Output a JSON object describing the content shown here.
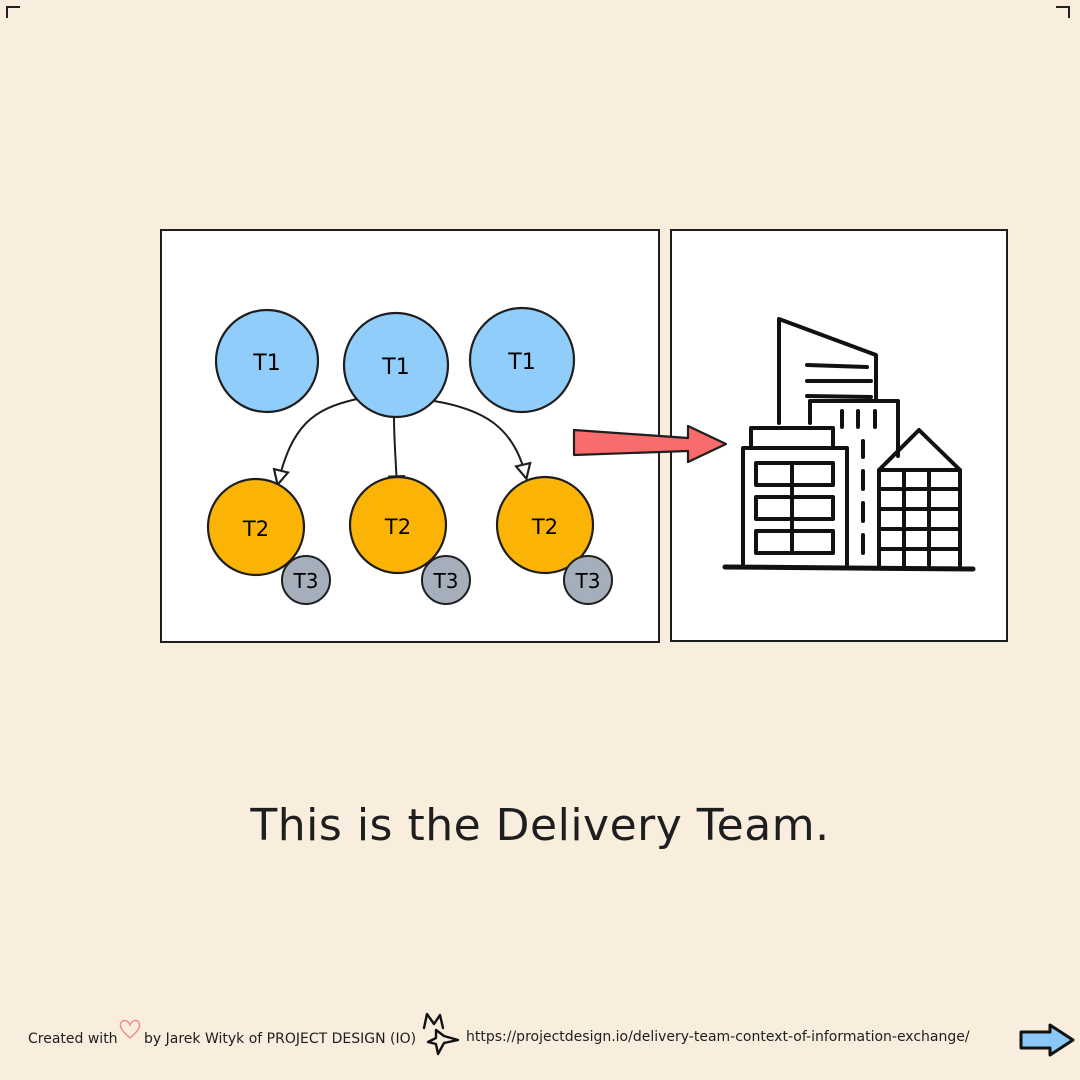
{
  "diagram": {
    "tier1_label": "T1",
    "tier2_label": "T2",
    "tier3_label": "T3"
  },
  "caption": "This is the Delivery Team.",
  "footer": {
    "created_with": "Created with",
    "byline": "by Jarek Wityk of PROJECT DESIGN (IO)",
    "url": "https://projectdesign.io/delivery-team-context-of-information-exchange/"
  },
  "colors": {
    "background": "#f9eddd",
    "tier1": "#90cdfb",
    "tier2": "#fbb406",
    "tier3": "#a5afbc",
    "arrow": "#fa6b6b",
    "next_arrow": "#8ac8f5"
  },
  "icons": [
    "heart-icon",
    "building-icon",
    "project-design-logo",
    "next-arrow-icon"
  ]
}
